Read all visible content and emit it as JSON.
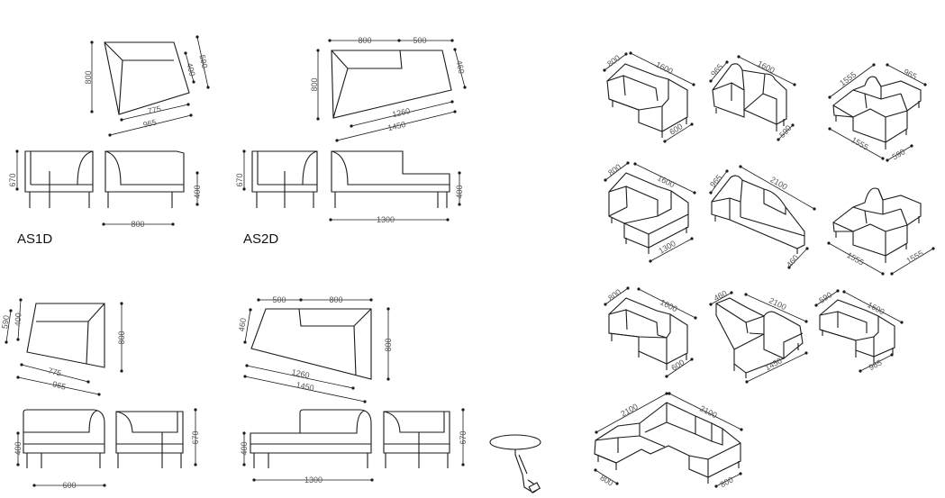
{
  "labels": {
    "as1d": "AS1D",
    "as2d": "AS2D"
  },
  "dims": {
    "as1d": {
      "plan_depth": "800",
      "plan_a": "400",
      "plan_b": "590",
      "plan_w1": "775",
      "plan_w2": "965",
      "side_h": "670",
      "seat_h": "400",
      "front_w": "800"
    },
    "as2d": {
      "top_a": "800",
      "top_b": "500",
      "plan_depth": "800",
      "plan_r": "460",
      "plan_w1": "1260",
      "plan_w2": "1450",
      "side_h": "670",
      "seat_h": "400",
      "front_w": "1300"
    },
    "bl": {
      "plan_a": "590",
      "plan_b": "400",
      "plan_depth": "800",
      "plan_w1": "775",
      "plan_w2": "965",
      "seat_h": "400",
      "side_h": "670",
      "front_w": "600"
    },
    "bm": {
      "top_a": "500",
      "top_b": "800",
      "plan_l": "460",
      "plan_depth": "800",
      "plan_w1": "1260",
      "plan_w2": "1450",
      "seat_h": "400",
      "side_h": "670",
      "front_w": "1300"
    },
    "iso": {
      "r1a": [
        "800",
        "1600",
        "600"
      ],
      "r1b": [
        "965",
        "1600",
        "590"
      ],
      "r1c": [
        "1555",
        "965",
        "1555",
        "590"
      ],
      "r2a": [
        "800",
        "1600",
        "1300"
      ],
      "r2b": [
        "965",
        "2100",
        "460"
      ],
      "r2c": [
        "1555",
        "1555"
      ],
      "r3a": [
        "800",
        "1600",
        "600"
      ],
      "r3b": [
        "460",
        "2100",
        "1450"
      ],
      "r3c": [
        "590",
        "1600",
        "965"
      ],
      "r4a": [
        "2100",
        "2100",
        "800",
        "800"
      ]
    }
  }
}
